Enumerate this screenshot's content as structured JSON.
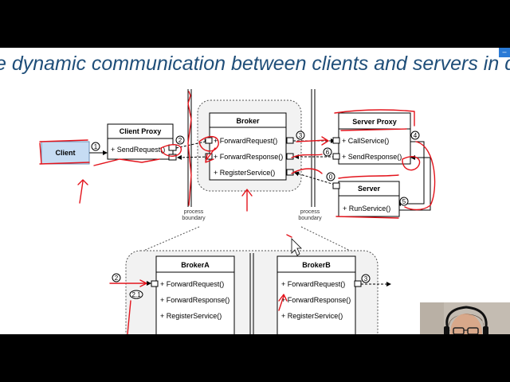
{
  "slide": {
    "title": "e dynamic communication between clients and servers in d"
  },
  "diagram": {
    "client_label": "Client",
    "client_proxy": {
      "title": "Client Proxy",
      "ops": [
        "+ SendRequest()"
      ]
    },
    "broker": {
      "title": "Broker",
      "ops": [
        "+ ForwardRequest()",
        "+ ForwardResponse()",
        "+ RegisterService()"
      ]
    },
    "server_proxy": {
      "title": "Server Proxy",
      "ops": [
        "+ CallService()",
        "+ SendResponse()"
      ]
    },
    "server": {
      "title": "Server",
      "ops": [
        "+ RunService()"
      ]
    },
    "broker_a": {
      "title": "BrokerA",
      "ops": [
        "+ ForwardRequest()",
        "+ ForwardResponse()",
        "+ RegisterService()"
      ]
    },
    "broker_b": {
      "title": "BrokerB",
      "ops": [
        "+ ForwardRequest()",
        "+ ForwardResponse()",
        "+ RegisterService()"
      ]
    },
    "boundary_label_1": "process",
    "boundary_label_2": "boundary",
    "steps": [
      "1",
      "2",
      "3",
      "4",
      "5",
      "6",
      "0",
      "2",
      "2.1",
      "3"
    ]
  },
  "colors": {
    "title": "#1f4e79",
    "client_fill": "#c6dcf3",
    "ink": "#e3141c"
  }
}
